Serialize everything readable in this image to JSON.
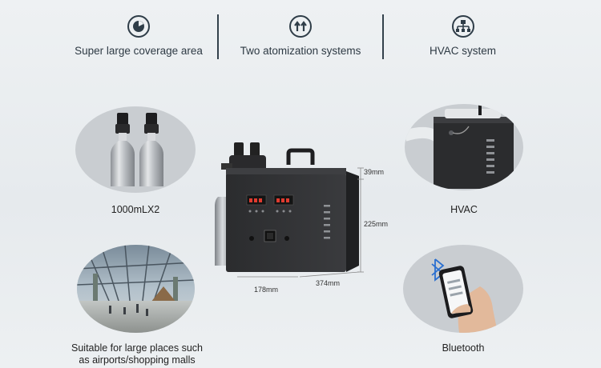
{
  "features": [
    {
      "label": "Super large coverage area",
      "icon": "coverage-gauge-icon"
    },
    {
      "label": "Two atomization systems",
      "icon": "double-arrow-up-icon"
    },
    {
      "label": "HVAC system",
      "icon": "hvac-network-icon"
    }
  ],
  "captions": {
    "bottles": "1000mLX2",
    "hvac": "HVAC",
    "places_line1": "Suitable for large places such",
    "places_line2": "as airports/shopping malls",
    "bluetooth": "Bluetooth"
  },
  "dimensions": {
    "top": "39mm",
    "height": "225mm",
    "width": "178mm",
    "depth": "374mm"
  },
  "colors": {
    "icon_stroke": "#2f3d48",
    "machine_body": "#2a2b2d",
    "oval_bg": "#c9cdd1"
  }
}
